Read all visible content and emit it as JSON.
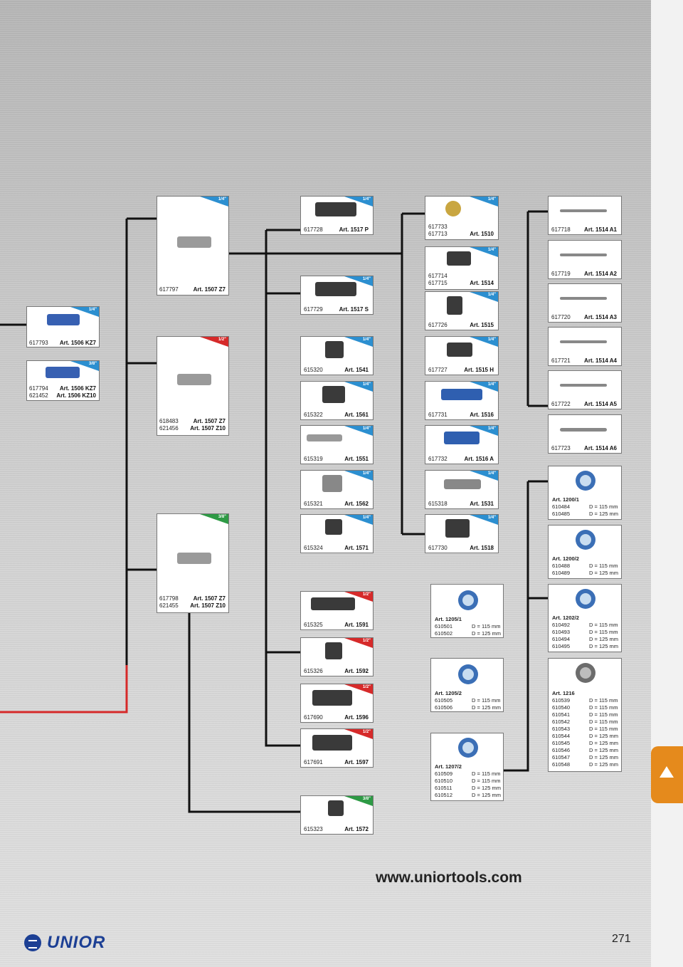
{
  "site_url": "www.uniortools.com",
  "brand": "UNIOR",
  "page_number": "271",
  "colors": {
    "accent_blue": "#2c8fd0",
    "accent_red": "#d62a2a",
    "accent_green": "#2e9a45",
    "brand_blue": "#1c3f94"
  },
  "couplings": {
    "c1": {
      "size": "1/4\"",
      "codes": [
        "617793"
      ],
      "arts": [
        "Art. 1506 KZ7"
      ]
    },
    "c2": {
      "size": "3/8\"",
      "codes": [
        "617794",
        "621452"
      ],
      "arts": [
        "Art. 1506 KZ7",
        "Art. 1506 KZ10"
      ]
    }
  },
  "nipples": {
    "n1": {
      "size": "1/4\"",
      "codes": [
        "617797"
      ],
      "arts": [
        "Art. 1507 Z7"
      ]
    },
    "n2": {
      "size": "1/2\"",
      "codes": [
        "618483",
        "621456"
      ],
      "arts": [
        "Art. 1507 Z7",
        "Art. 1507 Z10"
      ]
    },
    "n3": {
      "size": "3/8\"",
      "codes": [
        "617798",
        "621455"
      ],
      "arts": [
        "Art. 1507 Z7",
        "Art. 1507 Z10"
      ]
    }
  },
  "tools_col3": [
    {
      "size": "1/4\"",
      "code": "617728",
      "art": "Art. 1517 P"
    },
    {
      "size": "1/4\"",
      "code": "617729",
      "art": "Art. 1517 S"
    },
    {
      "size": "1/4\"",
      "code": "615320",
      "art": "Art. 1541"
    },
    {
      "size": "1/4\"",
      "code": "615322",
      "art": "Art. 1561"
    },
    {
      "size": "1/4\"",
      "code": "615319",
      "art": "Art. 1551"
    },
    {
      "size": "1/4\"",
      "code": "615321",
      "art": "Art. 1562"
    },
    {
      "size": "1/4\"",
      "code": "615324",
      "art": "Art. 1571"
    },
    {
      "size": "1/2\"",
      "code": "615325",
      "art": "Art. 1591"
    },
    {
      "size": "1/2\"",
      "code": "615326",
      "art": "Art. 1592"
    },
    {
      "size": "1/2\"",
      "code": "617690",
      "art": "Art. 1596"
    },
    {
      "size": "1/2\"",
      "code": "617691",
      "art": "Art. 1597"
    },
    {
      "size": "3/8\"",
      "code": "615323",
      "art": "Art. 1572"
    }
  ],
  "tools_col4": [
    {
      "size": "1/4\"",
      "code": "617733\n617713",
      "art": "Art. 1510"
    },
    {
      "size": "1/4\"",
      "code": "617714\n617715",
      "art": "Art. 1514"
    },
    {
      "size": "1/4\"",
      "code": "617726",
      "art": "Art. 1515"
    },
    {
      "size": "1/4\"",
      "code": "617727",
      "art": "Art. 1515 H"
    },
    {
      "size": "1/4\"",
      "code": "617731",
      "art": "Art. 1516"
    },
    {
      "size": "1/4\"",
      "code": "617732",
      "art": "Art. 1516 A"
    },
    {
      "size": "1/4\"",
      "code": "615318",
      "art": "Art. 1531"
    },
    {
      "size": "1/4\"",
      "code": "617730",
      "art": "Art. 1518"
    }
  ],
  "chisels": [
    {
      "code": "617718",
      "art": "Art. 1514 A1"
    },
    {
      "code": "617719",
      "art": "Art. 1514 A2"
    },
    {
      "code": "617720",
      "art": "Art. 1514 A3"
    },
    {
      "code": "617721",
      "art": "Art. 1514 A4"
    },
    {
      "code": "617722",
      "art": "Art. 1514 A5"
    },
    {
      "code": "617723",
      "art": "Art. 1514 A6"
    }
  ],
  "discs_col4": [
    {
      "art": "Art. 1205/1",
      "rows": [
        [
          "610501",
          "D = 115 mm"
        ],
        [
          "610502",
          "D = 125 mm"
        ]
      ]
    },
    {
      "art": "Art. 1205/2",
      "rows": [
        [
          "610505",
          "D = 115 mm"
        ],
        [
          "610506",
          "D = 125 mm"
        ]
      ]
    },
    {
      "art": "Art. 1207/2",
      "rows": [
        [
          "610509",
          "D = 115 mm"
        ],
        [
          "610510",
          "D = 115 mm"
        ],
        [
          "610511",
          "D = 125 mm"
        ],
        [
          "610512",
          "D = 125 mm"
        ]
      ]
    }
  ],
  "discs_col5": [
    {
      "art": "Art. 1200/1",
      "rows": [
        [
          "610484",
          "D = 115 mm"
        ],
        [
          "610485",
          "D = 125 mm"
        ]
      ]
    },
    {
      "art": "Art. 1200/2",
      "rows": [
        [
          "610488",
          "D = 115 mm"
        ],
        [
          "610489",
          "D = 125 mm"
        ]
      ]
    },
    {
      "art": "Art. 1202/2",
      "rows": [
        [
          "610492",
          "D = 115 mm"
        ],
        [
          "610493",
          "D = 115 mm"
        ],
        [
          "610494",
          "D = 125 mm"
        ],
        [
          "610495",
          "D = 125 mm"
        ]
      ]
    },
    {
      "art": "Art. 1216",
      "rows": [
        [
          "610539",
          "D = 115 mm"
        ],
        [
          "610540",
          "D = 115 mm"
        ],
        [
          "610541",
          "D = 115 mm"
        ],
        [
          "610542",
          "D = 115 mm"
        ],
        [
          "610543",
          "D = 115 mm"
        ],
        [
          "610544",
          "D = 125 mm"
        ],
        [
          "610545",
          "D = 125 mm"
        ],
        [
          "610546",
          "D = 125 mm"
        ],
        [
          "610547",
          "D = 125 mm"
        ],
        [
          "610548",
          "D = 125 mm"
        ]
      ]
    }
  ],
  "tab_colors": [
    "#7ba23a",
    "#8cc8ea",
    "#f2c417",
    "#2c6bb6",
    "#8cc8ea",
    "#d8222e",
    "#7ba23a",
    "#8cc8ea",
    "#f2c417",
    "#e5811c",
    "#d8222e",
    "#7ba23a",
    "#8cc8ea",
    "#f2c417",
    "#d8222e",
    "#7ba23a",
    "#8cc8ea",
    "#f2c417"
  ]
}
